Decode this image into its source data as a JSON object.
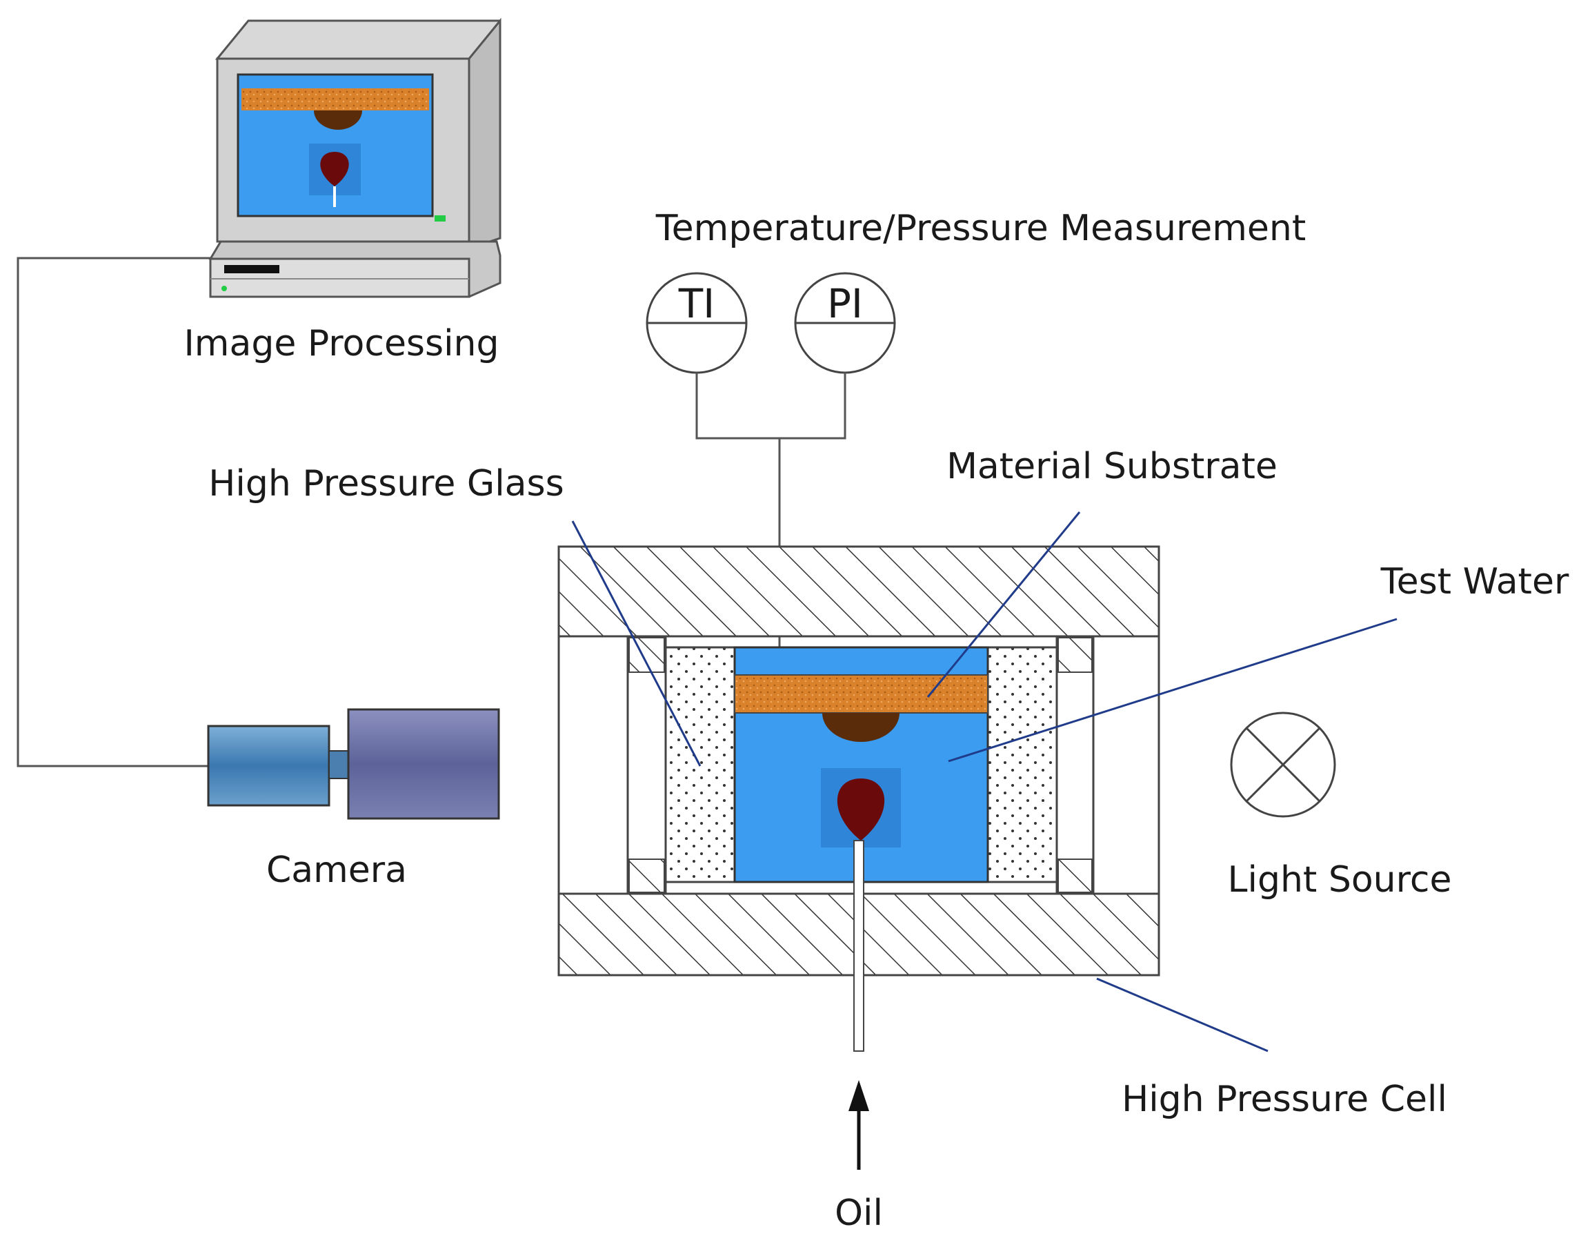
{
  "labels": {
    "image_processing": "Image Processing",
    "camera": "Camera",
    "temp_pressure": "Temperature/Pressure Measurement",
    "high_pressure_glass": "High Pressure Glass",
    "material_substrate": "Material Substrate",
    "test_water": "Test Water",
    "light_source": "Light Source",
    "high_pressure_cell": "High Pressure Cell",
    "oil": "Oil"
  },
  "gauges": {
    "temperature": "TI",
    "pressure": "PI"
  },
  "colors": {
    "water": "#3b9cf0",
    "substrate": "#d9822b",
    "oil_drop": "#6b0a0a",
    "bubble": "#5a2c0a",
    "camera_body": "#6e74a8",
    "leader_line": "#1f3b8a"
  }
}
